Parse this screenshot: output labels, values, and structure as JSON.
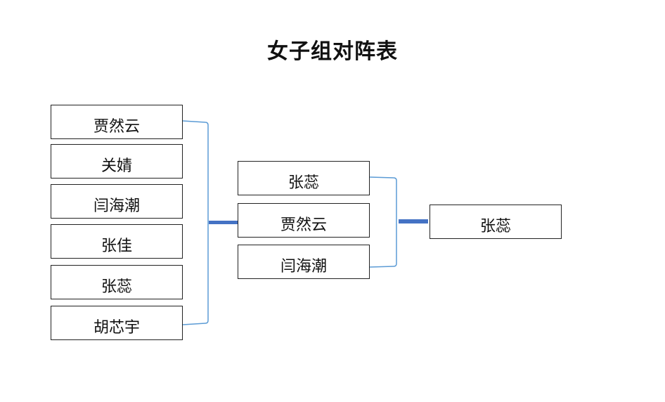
{
  "title": "女子组对阵表",
  "round1": [
    "贾然云",
    "关婧",
    "闫海潮",
    "张佳",
    "张蕊",
    "胡芯宇"
  ],
  "round2": [
    "张蕊",
    "贾然云",
    "闫海潮"
  ],
  "winner": "张蕊",
  "colors": {
    "bracket_line": "#5b9bd5",
    "connector_bar": "#4472c4",
    "box_border": "#222222"
  }
}
